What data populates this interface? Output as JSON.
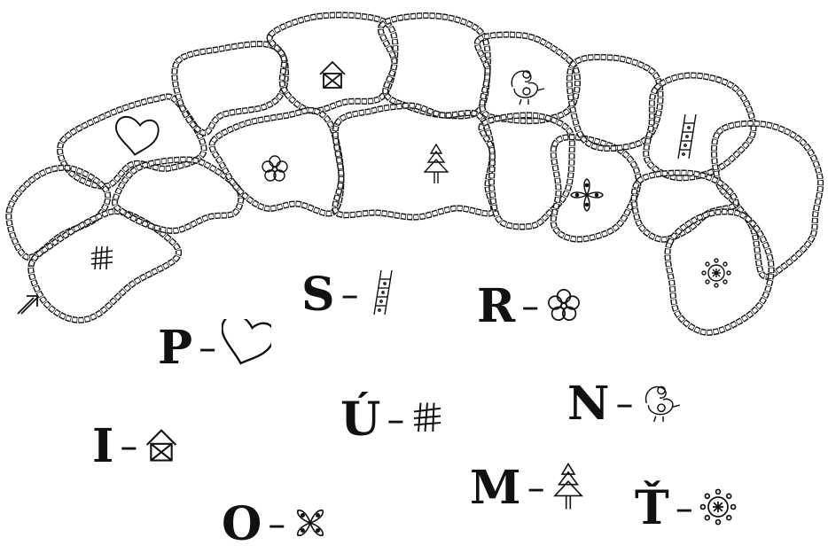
{
  "puzzle": {
    "cells": [
      {
        "symbol": "heart-icon"
      },
      {
        "symbol": "hash-icon"
      },
      {
        "symbol": "house-icon"
      },
      {
        "symbol": "flower-icon"
      },
      {
        "symbol": "tree-icon"
      },
      {
        "symbol": "bird-icon"
      },
      {
        "symbol": "clover-icon"
      },
      {
        "symbol": "ladder-icon"
      },
      {
        "symbol": "sun-icon"
      }
    ],
    "start_marker": "double-arrow-icon"
  },
  "legend": [
    {
      "letter": "P",
      "symbol": "heart-icon"
    },
    {
      "letter": "S",
      "symbol": "ladder-icon"
    },
    {
      "letter": "R",
      "symbol": "flower-icon"
    },
    {
      "letter": "Ú",
      "symbol": "hash-icon"
    },
    {
      "letter": "N",
      "symbol": "bird-icon"
    },
    {
      "letter": "I",
      "symbol": "house-icon"
    },
    {
      "letter": "M",
      "symbol": "tree-icon"
    },
    {
      "letter": "O",
      "symbol": "clover-icon"
    },
    {
      "letter": "Ť",
      "symbol": "sun-icon"
    }
  ],
  "dash": "–"
}
